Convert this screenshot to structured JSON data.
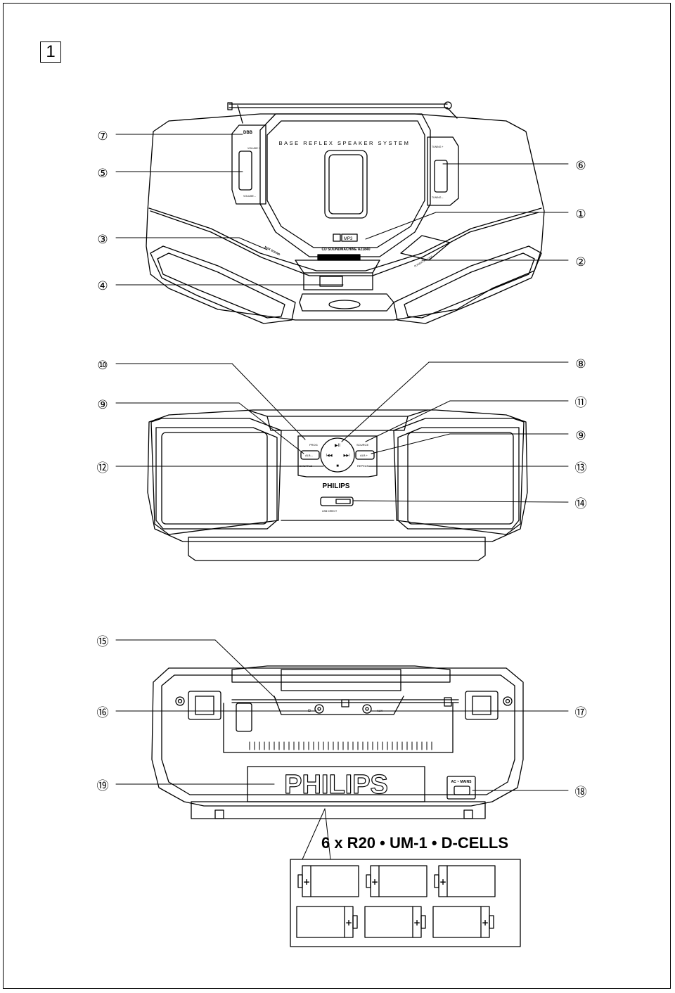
{
  "figure_number": "1",
  "top_view": {
    "panel_text": "BASE REFLEX SPEAKER SYSTEM",
    "dbb_label": "DBB",
    "volume_plus": "VOLUME +",
    "volume_minus": "VOLUME –",
    "tuning_plus": "TUNING +",
    "tuning_minus": "TUNING –",
    "model": "CD SOUNDMACHINE AZ1840",
    "mp3_badge": "MP3",
    "max_sound": "MAX SOUND",
    "power": "POWER ON / OFF"
  },
  "front_view": {
    "prog": "PROG",
    "source": "SOURCE",
    "alb_minus": "ALB –",
    "alb_plus": "ALB +",
    "shuffle": "SHUFFLE",
    "repeat": "REPEAT",
    "brand": "PHILIPS",
    "usb": "USB DIRECT",
    "play_pause": "▶II",
    "prev": "I◀◀",
    "next": "▶▶I",
    "stop": "■"
  },
  "rear_view": {
    "brand": "PHILIPS",
    "ac_mains": "AC ~ MAINS",
    "aux": "AUX",
    "phones": "Ω"
  },
  "callouts": {
    "c1": "①",
    "c2": "②",
    "c3": "③",
    "c4": "④",
    "c5": "⑤",
    "c6": "⑥",
    "c7": "⑦",
    "c8": "⑧",
    "c9a": "⑨",
    "c9b": "⑨",
    "c10": "⑩",
    "c11": "⑪",
    "c12": "⑫",
    "c13": "⑬",
    "c14": "⑭",
    "c15": "⑮",
    "c16": "⑯",
    "c17": "⑰",
    "c18": "⑱",
    "c19": "⑲"
  },
  "battery": {
    "caption": "6 x R20 • UM-1 • D-CELLS",
    "plus": "+"
  }
}
